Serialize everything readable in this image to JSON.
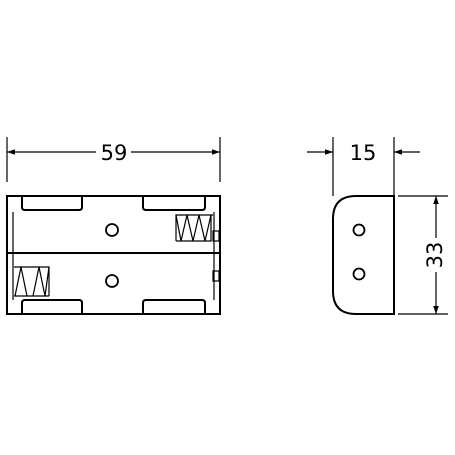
{
  "dimensions": {
    "width_front": "59",
    "depth_side": "15",
    "height_side": "33"
  }
}
